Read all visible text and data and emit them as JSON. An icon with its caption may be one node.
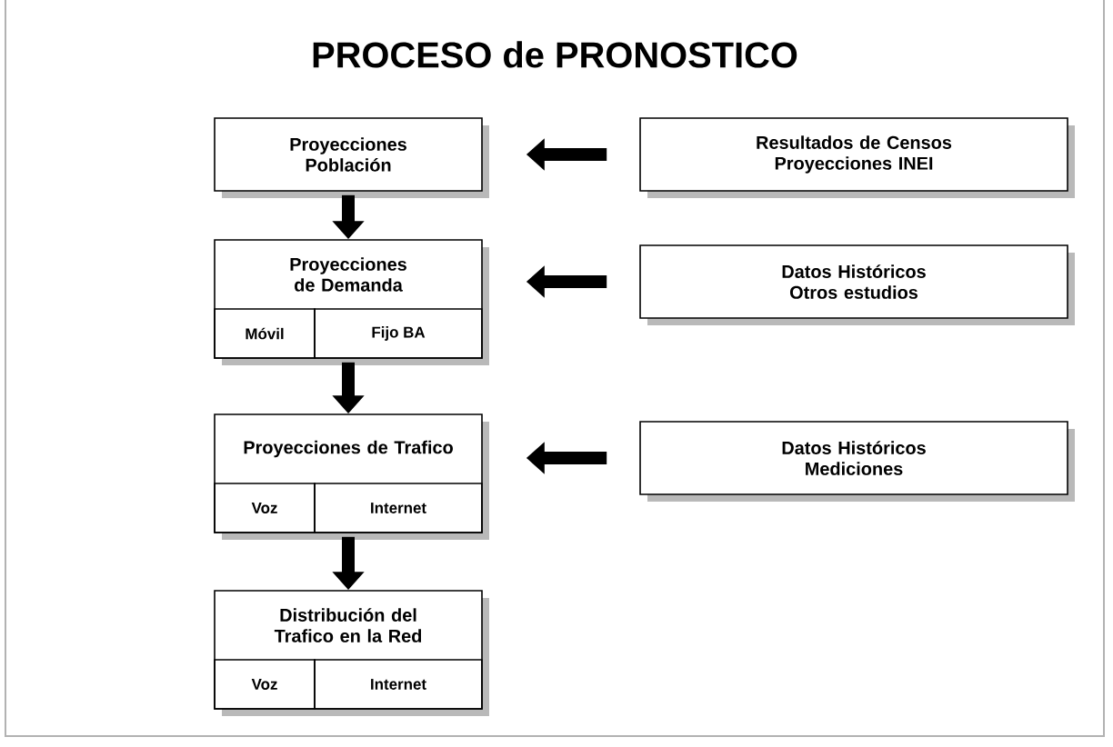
{
  "diagram": {
    "title": "PROCESO de PRONOSTICO",
    "nodes": [
      {
        "text": [
          "Proyecciones Población"
        ]
      },
      {
        "text": [
          "Proyecciones de Demanda"
        ]
      },
      {
        "text": [
          "Móvil"
        ],
        "in": 1
      },
      {
        "text": [
          "Fijo BA"
        ],
        "in": 1
      },
      {
        "text": [
          "Proyecciones de Trafico"
        ]
      },
      {
        "text": [
          "Voz"
        ],
        "in": 4
      },
      {
        "text": [
          "Internet"
        ],
        "in": 4
      },
      {
        "text": [
          "Distribución del Trafico en la Red"
        ]
      },
      {
        "text": [
          "Voz"
        ],
        "in": 7
      },
      {
        "text": [
          "Internet"
        ],
        "in": 7
      },
      {
        "text": [
          "Resultados de Censos Proyecciones INEI"
        ]
      },
      {
        "text": [
          "Datos Históricos Otros estudios"
        ]
      },
      {
        "text": [
          "Datos Históricos Mediciones"
        ]
      }
    ],
    "edges": [
      {
        "from": 0,
        "to": 1,
        "arrow": "to"
      },
      {
        "from": 1,
        "to": 4,
        "arrow": "to"
      },
      {
        "from": 4,
        "to": 7,
        "arrow": "to"
      },
      {
        "from": 10,
        "to": 0,
        "arrow": "to"
      },
      {
        "from": 11,
        "to": 1,
        "arrow": "to"
      },
      {
        "from": 12,
        "to": 4,
        "arrow": "to"
      }
    ]
  }
}
